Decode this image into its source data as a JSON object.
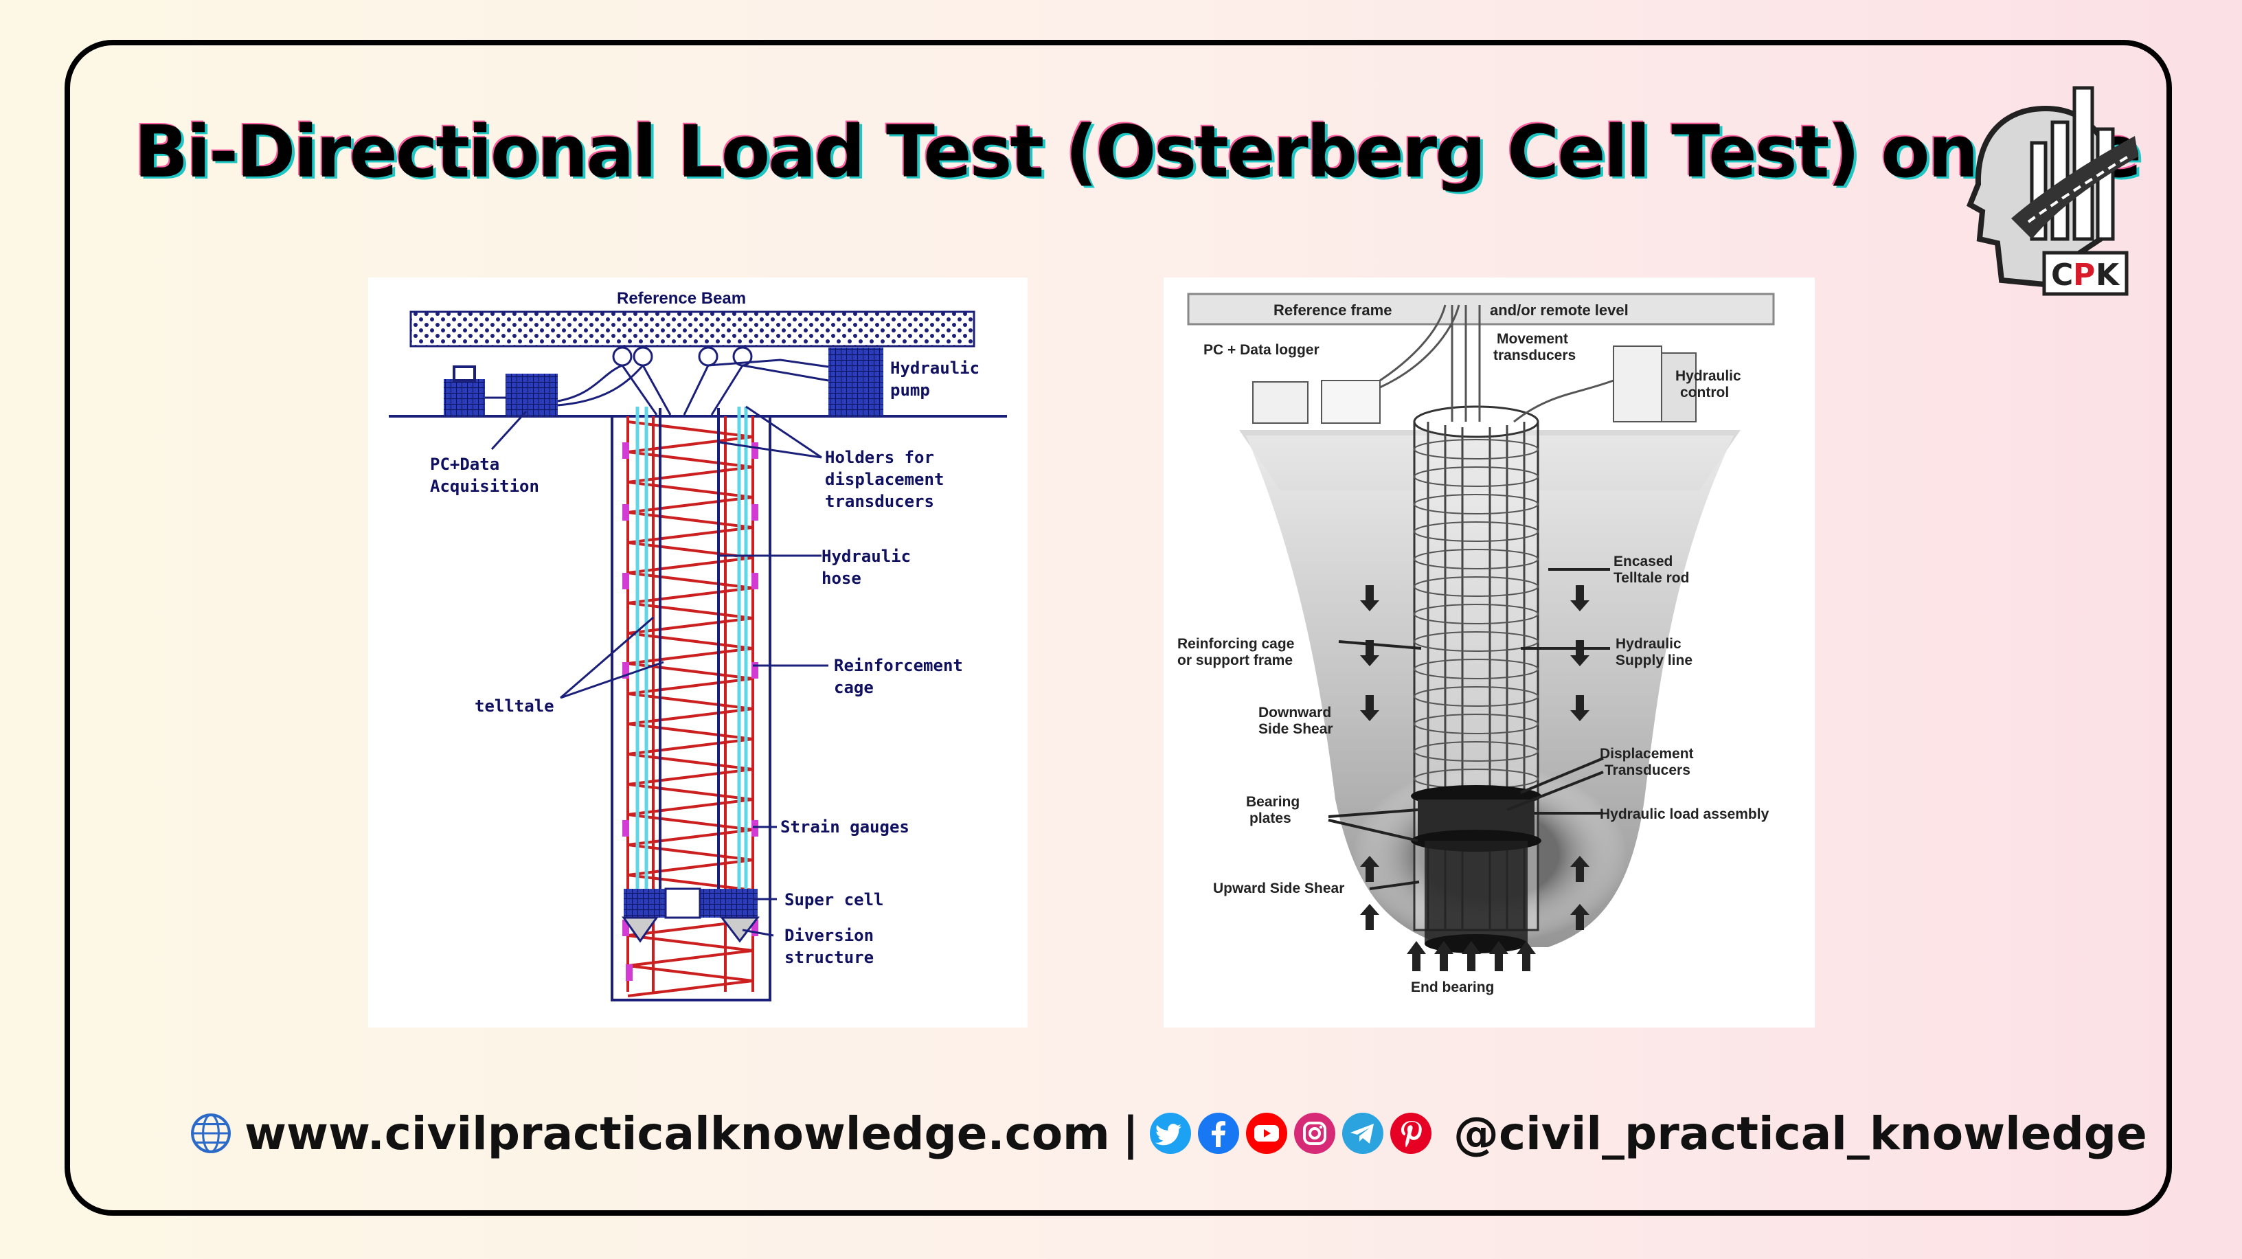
{
  "title": "Bi-Directional Load Test (Osterberg Cell Test) on pile",
  "logo": {
    "text": "CPK"
  },
  "left_diagram": {
    "labels": {
      "reference_beam": "Reference Beam",
      "hydraulic_pump": [
        "Hydraulic",
        "pump"
      ],
      "pc_data": [
        "PC+Data",
        "Acquisition"
      ],
      "holders": [
        "Holders for",
        "displacement",
        "transducers"
      ],
      "hydraulic_hose": [
        "Hydraulic",
        "hose"
      ],
      "reinforcement_cage": [
        "Reinforcement",
        "cage"
      ],
      "telltale": "telltale",
      "strain_gauges": "Strain gauges",
      "super_cell": "Super cell",
      "diversion": [
        "Diversion",
        "structure"
      ]
    }
  },
  "right_diagram": {
    "labels": {
      "reference_frame": "Reference frame",
      "remote_level": "and/or remote level",
      "pc_logger": "PC + Data logger",
      "movement": [
        "Movement",
        "transducers"
      ],
      "hydraulic_control": [
        "Hydraulic",
        "control"
      ],
      "encased": [
        "Encased",
        "Telltale rod"
      ],
      "reinforcing_cage": [
        "Reinforcing cage",
        "or support frame"
      ],
      "hydraulic_supply": [
        "Hydraulic",
        "Supply line"
      ],
      "downward": [
        "Downward",
        "Side Shear"
      ],
      "displacement": [
        "Displacement",
        "Transducers"
      ],
      "bearing_plates": [
        "Bearing",
        "plates"
      ],
      "hydraulic_load": "Hydraulic load assembly",
      "upward": "Upward Side Shear",
      "end_bearing": "End bearing"
    }
  },
  "footer": {
    "website": "www.civilpracticalknowledge.com",
    "separator": "|",
    "handle": "@civil_practical_knowledge",
    "socials": [
      "twitter-icon",
      "facebook-icon",
      "youtube-icon",
      "instagram-icon",
      "telegram-icon",
      "pinterest-icon"
    ]
  },
  "colors": {
    "border": "#000000",
    "navy": "#1a1f7a",
    "rebar_red": "#cc1f1f",
    "telltale_cyan": "#5fd6e6",
    "twitter": "#1da1f2",
    "facebook": "#1877f2",
    "youtube": "#ff0000",
    "instagram": "#d62976",
    "telegram": "#2aa3df",
    "pinterest": "#e60023"
  }
}
